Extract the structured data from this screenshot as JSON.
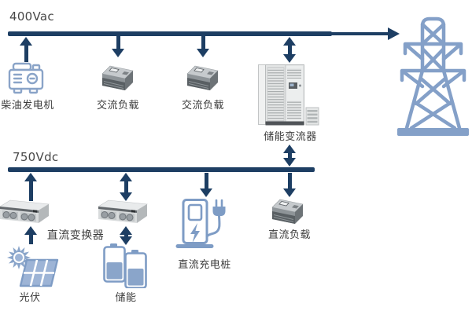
{
  "buses": {
    "ac": {
      "label": "400Vac"
    },
    "dc": {
      "label": "750Vdc"
    }
  },
  "nodes": {
    "diesel_generator": "柴油发电机",
    "ac_load_1": "交流负载",
    "ac_load_2": "交流负载",
    "storage_converter": "储能变流器",
    "dc_converter": "直流变换器",
    "pv": "光伏",
    "battery": "储能",
    "dc_charger": "直流充电桩",
    "dc_load": "直流负载"
  },
  "colors": {
    "bus_and_arrows": "#1d3e63",
    "icon_steel_blue": "#7e9cc5",
    "icon_light_fill": "#9db4d6",
    "label_text": "#3d3d3d",
    "device_gray": "#8e9498"
  }
}
